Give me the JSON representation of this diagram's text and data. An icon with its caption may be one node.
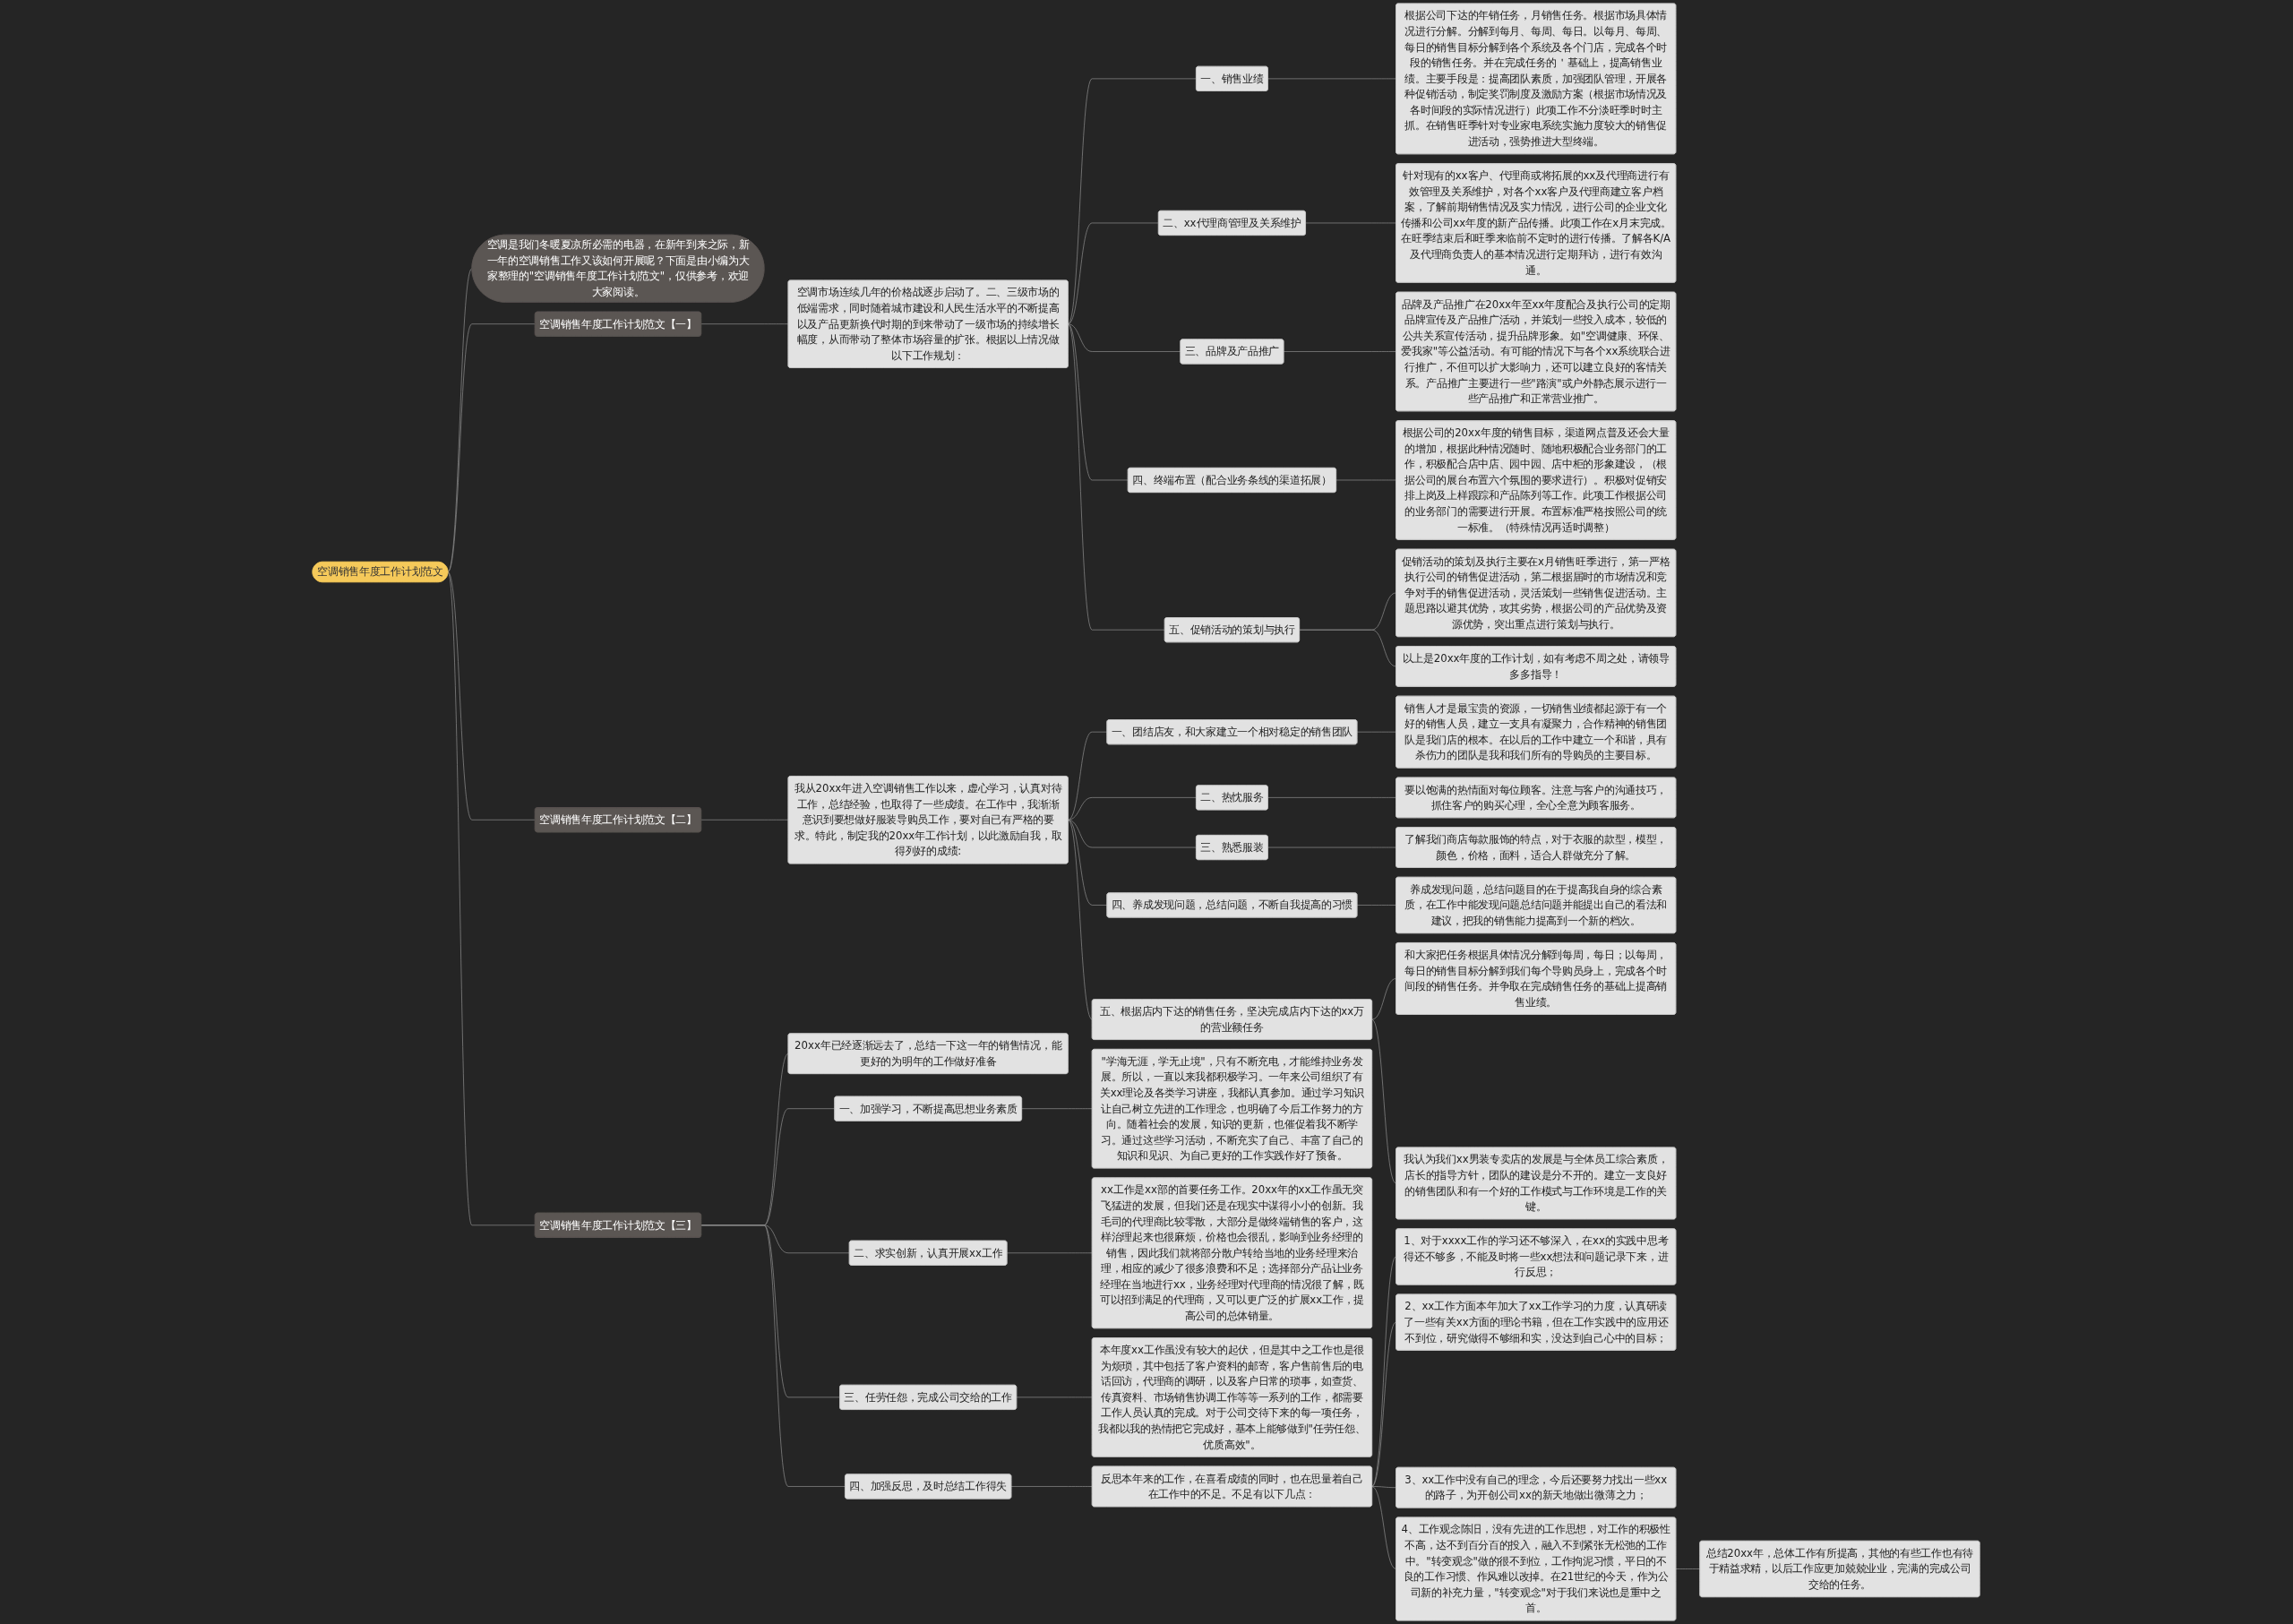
{
  "diagram": {
    "nodes": [
      {
        "text": [
          "空调销售年度工作计划范文"
        ]
      },
      {
        "text": [
          "空调是我们冬暖夏凉所必需的电器，在新年到来之际，新一年的空调销售工作又该如何开展呢？下面是由小编为大家整理的\"空调销售年度工作计划范文\"，仅供参考，欢迎大家阅读。"
        ]
      },
      {
        "text": [
          "空调销售年度工作计划范文【一】"
        ]
      },
      {
        "text": [
          "空调市场连续几年的价格战逐步启动了。二、三级市场的低端需求，同时随着城市建设和人民生活水平的不断提高以及产品更新换代时期的到来带动了一级市场的持续增长幅度，从而带动了整体市场容量的扩张。根据以上情况做以下工作规划："
        ]
      },
      {
        "text": [
          "一、销售业绩"
        ]
      },
      {
        "text": [
          "根据公司下达的年销任务，月销售任务。根据市场具体情况进行分解。分解到每月、每周、每日。以每月、每周、每日的销售目标分解到各个系统及各个门店，完成各个时段的销售任务。并在完成任务的＇基础上，提高销售业绩。主要手段是：提高团队素质，加强团队管理，开展各种促销活动，制定奖罚制度及激励方案（根据市场情况及各时间段的实际情况进行）此项工作不分淡旺季时时主抓。在销售旺季针对专业家电系统实施力度较大的销售促进活动，强势推进大型终端。"
        ]
      },
      {
        "text": [
          "二、xx代理商管理及关系维护"
        ]
      },
      {
        "text": [
          "针对现有的xx客户、代理商或将拓展的xx及代理商进行有效管理及关系维护，对各个xx客户及代理商建立客户档案，了解前期销售情况及实力情况，进行公司的企业文化传播和公司xx年度的新产品传播。此项工作在x月末完成。在旺季结束后和旺季来临前不定时的进行传播。了解各K/A及代理商负责人的基本情况进行定期拜访，进行有效沟通。"
        ]
      },
      {
        "text": [
          "三、品牌及产品推广"
        ]
      },
      {
        "text": [
          "品牌及产品推广在20xx年至xx年度配合及执行公司的定期品牌宣传及产品推广活动，并策划一些投入成本，较低的公共关系宣传活动，提升品牌形象。如\"空调健康、环保、爱我家\"等公益活动。有可能的情况下与各个xx系统联合进行推广，不但可以扩大影响力，还可以建立良好的客情关系。产品推广主要进行一些\"路演\"或户外静态展示进行一些产品推广和正常营业推广。"
        ]
      },
      {
        "text": [
          "四、终端布置（配合业务条线的渠道拓展）"
        ]
      },
      {
        "text": [
          "根据公司的20xx年度的销售目标，渠道网点普及还会大量的增加，根据此种情况随时、随地积极配合业务部门的工作，积极配合店中店、园中园、店中柜的形象建设，（根据公司的展台布置六个氛围的要求进行）。积极对促销安排上岗及上样跟踪和产品陈列等工作。此项工作根据公司的业务部门的需要进行开展。布置标准严格按照公司的统一标准。（特殊情况再适时调整）"
        ]
      },
      {
        "text": [
          "五、促销活动的策划与执行"
        ]
      },
      {
        "text": [
          "促销活动的策划及执行主要在x月销售旺季进行，第一严格执行公司的销售促进活动，第二根据届时的市场情况和竞争对手的销售促进活动，灵活策划一些销售促进活动。主题思路以避其优势，攻其劣势，根据公司的产品优势及资源优势，突出重点进行策划与执行。"
        ]
      },
      {
        "text": [
          "以上是20xx年度的工作计划，如有考虑不周之处，请领导多多指导！"
        ]
      },
      {
        "text": [
          "空调销售年度工作计划范文【二】"
        ]
      },
      {
        "text": [
          "我从20xx年进入空调销售工作以来，虚心学习，认真对待工作，总结经验，也取得了一些成绩。在工作中，我渐渐意识到要想做好服装导购员工作，要对自已有严格的要求。特此，制定我的20xx年工作计划，以此激励自我，取得列好的成绩:"
        ]
      },
      {
        "text": [
          "一、团结店友，和大家建立一个相对稳定的销售团队"
        ]
      },
      {
        "text": [
          "销售人才是最宝贵的资源，一切销售业绩都起源于有一个好的销售人员，建立一支具有凝聚力，合作精神的销售团队是我们店的根本。在以后的工作中建立一个和谐，具有杀伤力的团队是我和我们所有的导购员的主要目标。"
        ]
      },
      {
        "text": [
          "二、热忱服务"
        ]
      },
      {
        "text": [
          "要以饱满的热情面对每位顾客。注意与客户的沟通技巧，抓住客户的购买心理，全心全意为顾客服务。"
        ]
      },
      {
        "text": [
          "三、熟悉服装"
        ]
      },
      {
        "text": [
          "了解我们商店每款服饰的特点，对于衣服的款型，模型，颜色，价格，面料，适合人群做充分了解。"
        ]
      },
      {
        "text": [
          "四、养成发现问题，总结问题，不断自我提高的习惯"
        ]
      },
      {
        "text": [
          "养成发现问题，总结问题目的在于提高我自身的综合素质，在工作中能发现问题总结问题并能提出自己的看法和建议，把我的销售能力提高到一个新的档次。"
        ]
      },
      {
        "text": [
          "五、根据店内下达的销售任务，坚决完成店内下达的xx万的营业额任务"
        ]
      },
      {
        "text": [
          "和大家把任务根据具体情况分解到每周，每日；以每周，每日的销售目标分解到我们每个导购员身上，完成各个时间段的销售任务。并争取在完成销售任务的基础上提高销售业绩。"
        ]
      },
      {
        "text": [
          "我认为我们xx男装专卖店的发展是与全体员工综合素质，店长的指导方针，团队的建设是分不开的。建立一支良好的销售团队和有一个好的工作模式与工作环境是工作的关键。"
        ]
      },
      {
        "text": [
          "空调销售年度工作计划范文【三】"
        ]
      },
      {
        "text": [
          "20xx年已经逐渐远去了，总结一下这一年的销售情况，能更好的为明年的工作做好准备"
        ]
      },
      {
        "text": [
          "一、加强学习，不断提高思想业务素质"
        ]
      },
      {
        "text": [
          "\"学海无涯，学无止境\"，只有不断充电，才能维持业务发展。所以，一直以来我都积极学习。一年来公司组织了有关xx理论及各类学习讲座，我都认真参加。通过学习知识让自己树立先进的工作理念，也明确了今后工作努力的方向。随着社会的发展，知识的更新，也催促着我不断学习。通过这些学习活动，不断充实了自己、丰富了自己的知识和见识、为自己更好的工作实践作好了预备。"
        ]
      },
      {
        "text": [
          "二、求实创新，认真开展xx工作"
        ]
      },
      {
        "text": [
          "xx工作是xx部的首要任务工作。20xx年的xx工作虽无突飞猛进的发展，但我们还是在现实中谋得小小的创新。我毛司的代理商比较零散，大部分是做终端销售的客户，这样治理起来也很麻烦，价格也会很乱，影响到业务经理的销售，因此我们就将部分散户转给当地的业务经理来治理，相应的减少了很多浪费和不足；选择部分产品让业务经理在当地进行xx，业务经理对代理商的情况很了解，既可以招到满足的代理商，又可以更广泛的扩展xx工作，提高公司的总体销量。"
        ]
      },
      {
        "text": [
          "三、任劳任怨，完成公司交给的工作"
        ]
      },
      {
        "text": [
          "本年度xx工作虽没有较大的起伏，但是其中之工作也是很为烦琐，其中包括了客户资料的邮寄，客户售前售后的电话回访，代理商的调研，以及客户日常的琐事，如查货、传真资料、市场销售协调工作等等一系列的工作，都需要工作人员认真的完成。对于公司交待下来的每一项任务，我都以我的热情把它完成好，基本上能够做到\"任劳任怨、优质高效\"。"
        ]
      },
      {
        "text": [
          "四、加强反思，及时总结工作得失"
        ]
      },
      {
        "text": [
          "反思本年来的工作，在喜看成绩的同时，也在思量着自己在工作中的不足。不足有以下几点："
        ]
      },
      {
        "text": [
          "1、对于xxxx工作的学习还不够深入，在xx的实践中思考得还不够多，不能及时将一些xx想法和问题记录下来，进行反思；"
        ]
      },
      {
        "text": [
          "2、xx工作方面本年加大了xx工作学习的力度，认真研读了一些有关xx方面的理论书籍，但在工作实践中的应用还不到位，研究做得不够细和实，没达到自己心中的目标；"
        ]
      },
      {
        "text": [
          "3、xx工作中没有自己的理念，今后还要努力找出一些xx的路子，为开创公司xx的新天地做出微薄之力；"
        ]
      },
      {
        "text": [
          "4、工作观念陈旧，没有先进的工作思想，对工作的积极性不高，达不到百分百的投入，融入不到紧张无松弛的工作中。\"转变观念\"做的很不到位，工作拘泥习惯，平日的不良的工作习惯、作风难以改掉。在21世纪的今天，作为公司新的补充力量，\"转变观念\"对于我们来说也是重中之首。"
        ]
      },
      {
        "text": [
          "总结20xx年，总体工作有所提高，其他的有些工作也有待于精益求精，以后工作应更加兢兢业业，完满的完成公司交给的任务。"
        ]
      }
    ],
    "edges": [
      {
        "from": 0,
        "to": 1,
        "arrow": "none"
      },
      {
        "from": 0,
        "to": 2,
        "arrow": "none"
      },
      {
        "from": 2,
        "to": 3,
        "arrow": "none"
      },
      {
        "from": 3,
        "to": 4,
        "arrow": "none"
      },
      {
        "from": 4,
        "to": 5,
        "arrow": "none"
      },
      {
        "from": 3,
        "to": 6,
        "arrow": "none"
      },
      {
        "from": 6,
        "to": 7,
        "arrow": "none"
      },
      {
        "from": 3,
        "to": 8,
        "arrow": "none"
      },
      {
        "from": 8,
        "to": 9,
        "arrow": "none"
      },
      {
        "from": 3,
        "to": 10,
        "arrow": "none"
      },
      {
        "from": 10,
        "to": 11,
        "arrow": "none"
      },
      {
        "from": 3,
        "to": 12,
        "arrow": "none"
      },
      {
        "from": 12,
        "to": 13,
        "arrow": "none"
      },
      {
        "from": 12,
        "to": 14,
        "arrow": "none"
      },
      {
        "from": 0,
        "to": 15,
        "arrow": "none"
      },
      {
        "from": 15,
        "to": 16,
        "arrow": "none"
      },
      {
        "from": 16,
        "to": 17,
        "arrow": "none"
      },
      {
        "from": 17,
        "to": 18,
        "arrow": "none"
      },
      {
        "from": 16,
        "to": 19,
        "arrow": "none"
      },
      {
        "from": 19,
        "to": 20,
        "arrow": "none"
      },
      {
        "from": 16,
        "to": 21,
        "arrow": "none"
      },
      {
        "from": 21,
        "to": 22,
        "arrow": "none"
      },
      {
        "from": 16,
        "to": 23,
        "arrow": "none"
      },
      {
        "from": 23,
        "to": 24,
        "arrow": "none"
      },
      {
        "from": 16,
        "to": 25,
        "arrow": "none"
      },
      {
        "from": 25,
        "to": 26,
        "arrow": "none"
      },
      {
        "from": 25,
        "to": 27,
        "arrow": "none"
      },
      {
        "from": 0,
        "to": 28,
        "arrow": "none"
      },
      {
        "from": 28,
        "to": 29,
        "arrow": "none"
      },
      {
        "from": 28,
        "to": 30,
        "arrow": "none"
      },
      {
        "from": 30,
        "to": 31,
        "arrow": "none"
      },
      {
        "from": 28,
        "to": 32,
        "arrow": "none"
      },
      {
        "from": 32,
        "to": 33,
        "arrow": "none"
      },
      {
        "from": 28,
        "to": 34,
        "arrow": "none"
      },
      {
        "from": 34,
        "to": 35,
        "arrow": "none"
      },
      {
        "from": 28,
        "to": 36,
        "arrow": "none"
      },
      {
        "from": 36,
        "to": 37,
        "arrow": "none"
      },
      {
        "from": 37,
        "to": 38,
        "arrow": "none"
      },
      {
        "from": 37,
        "to": 39,
        "arrow": "none"
      },
      {
        "from": 37,
        "to": 40,
        "arrow": "none"
      },
      {
        "from": 37,
        "to": 41,
        "arrow": "none"
      },
      {
        "from": 41,
        "to": 42,
        "arrow": "none"
      }
    ]
  }
}
